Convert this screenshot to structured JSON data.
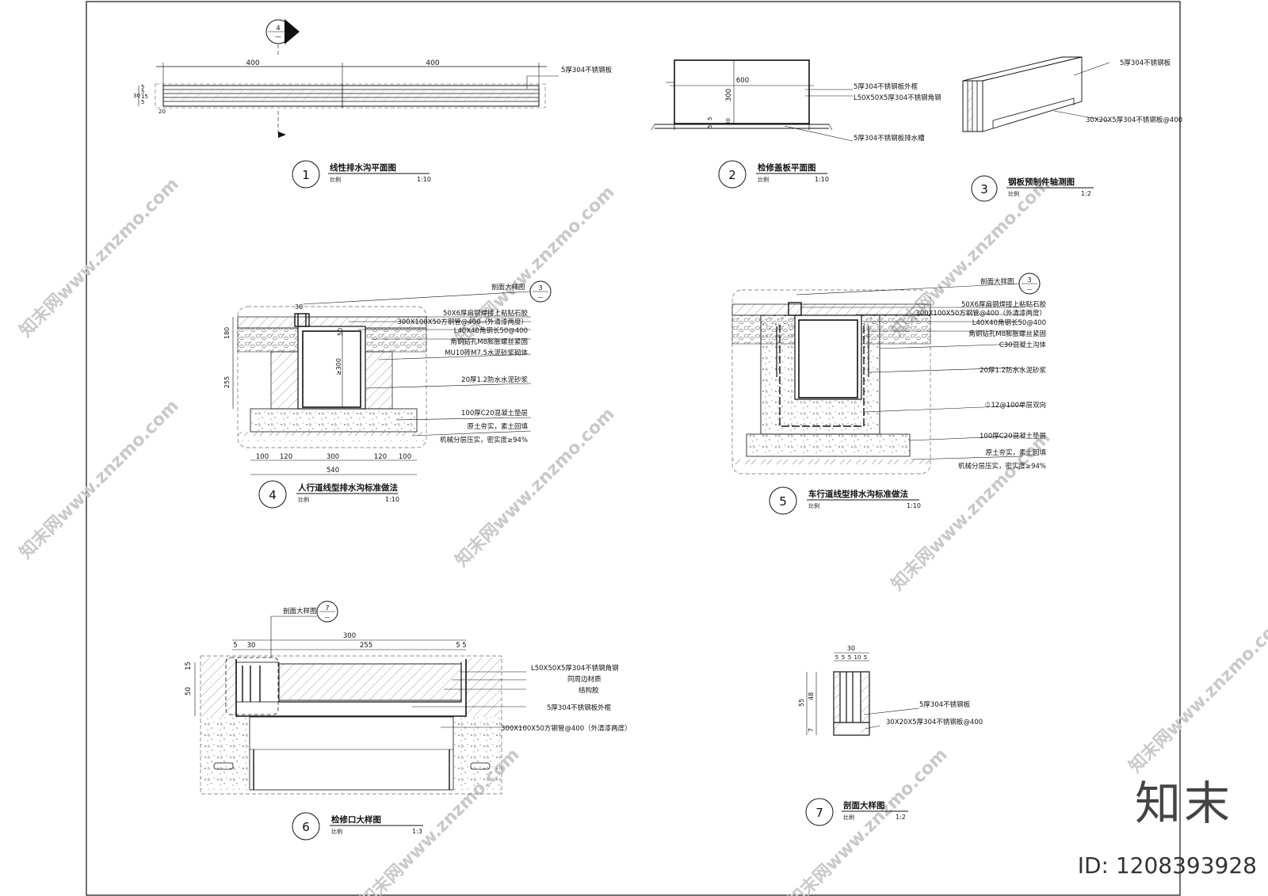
{
  "watermark": {
    "site_text": "知末网www.znzmo.com",
    "brand": "知末",
    "id_label": "ID: 1208393928"
  },
  "common": {
    "scale_label": "比例"
  },
  "d1": {
    "num": "1",
    "title": "线性排水沟平面图",
    "scale": "1:10",
    "dim_left": "400",
    "dim_right": "400",
    "dims_v": [
      "30",
      "5",
      "5",
      "15",
      "5"
    ],
    "dim_20": "20",
    "note": "5厚304不锈钢板",
    "marker_num": "4",
    "marker_sub": "—"
  },
  "d2": {
    "num": "2",
    "title": "检修盖板平面图",
    "scale": "1:10",
    "dim_w": "600",
    "dim_h": "300",
    "dim_small": [
      "5",
      "5",
      "30"
    ],
    "notes": [
      "5厚304不锈钢板外框",
      "L50X50X5厚304不锈钢角钢",
      "5厚304不锈钢板排水槽"
    ]
  },
  "d3": {
    "num": "3",
    "title": "钢板预制件轴测图",
    "scale": "1:2",
    "notes": [
      "5厚304不锈钢板",
      "30X20X5厚304不锈钢板@400"
    ]
  },
  "d4": {
    "num": "4",
    "title": "人行道线型排水沟标准做法",
    "scale": "1:10",
    "ref_label": "剖面大样图",
    "ref_num": "3",
    "ref_sub": "—",
    "dim_top": "30",
    "dim_v": [
      "180",
      "255"
    ],
    "dim_50": "50",
    "dim_300v": "≥300",
    "dims_h": [
      "100",
      "120",
      "300",
      "120",
      "100"
    ],
    "dim_total": "540",
    "notes": [
      "50X6厚扁钢焊接上粘贴石胶",
      "300X100X50方钢管@400（外清漆两度）",
      "L40X40角钢长50@400",
      "角钢钻孔M8膨胀螺丝紧固",
      "MU10砖M7.5水泥砂浆砌体",
      "20厚1.2防水水泥砂浆",
      "100厚C20混凝土垫层",
      "原土夯实，素土回填",
      "机械分层压实，密实度≥94%"
    ]
  },
  "d5": {
    "num": "5",
    "title": "车行道线型排水沟标准做法",
    "scale": "1:10",
    "ref_label": "剖面大样图",
    "ref_num": "3",
    "ref_sub": "—",
    "notes": [
      "50X6厚扁钢焊接上粘贴石胶",
      "300X100X50方钢管@400（外清漆两度）",
      "L40X40角钢长50@400",
      "角钢钻孔M8膨胀螺丝紧固",
      "C30混凝土沟体",
      "20厚1.2防水水泥砂浆",
      "⏀12@100单层双向",
      "100厚C20混凝土垫层",
      "原土夯实，素土回填",
      "机械分层压实，密实度≥94%"
    ]
  },
  "d6": {
    "num": "6",
    "title": "检修口大样图",
    "scale": "1:3",
    "ref_label": "剖面大样图",
    "ref_num": "7",
    "ref_sub": "—",
    "dim_total": "300",
    "dims_h": [
      "5",
      "30",
      "255",
      "5",
      "5"
    ],
    "dims_v": [
      "15",
      "50"
    ],
    "notes": [
      "L50X50X5厚304不锈钢角钢",
      "同周边材质",
      "结构胶",
      "5厚304不锈钢板外框",
      "300X100X50方钢管@400（外清漆两度）"
    ]
  },
  "d7": {
    "num": "7",
    "title": "剖面大样图",
    "scale": "1:2",
    "dim_top": "30",
    "dims_top": [
      "5",
      "5",
      "5",
      "10",
      "5"
    ],
    "dims_v": [
      "55",
      "48",
      "7"
    ],
    "notes": [
      "5厚304不锈钢板",
      "30X20X5厚304不锈钢板@400"
    ]
  }
}
